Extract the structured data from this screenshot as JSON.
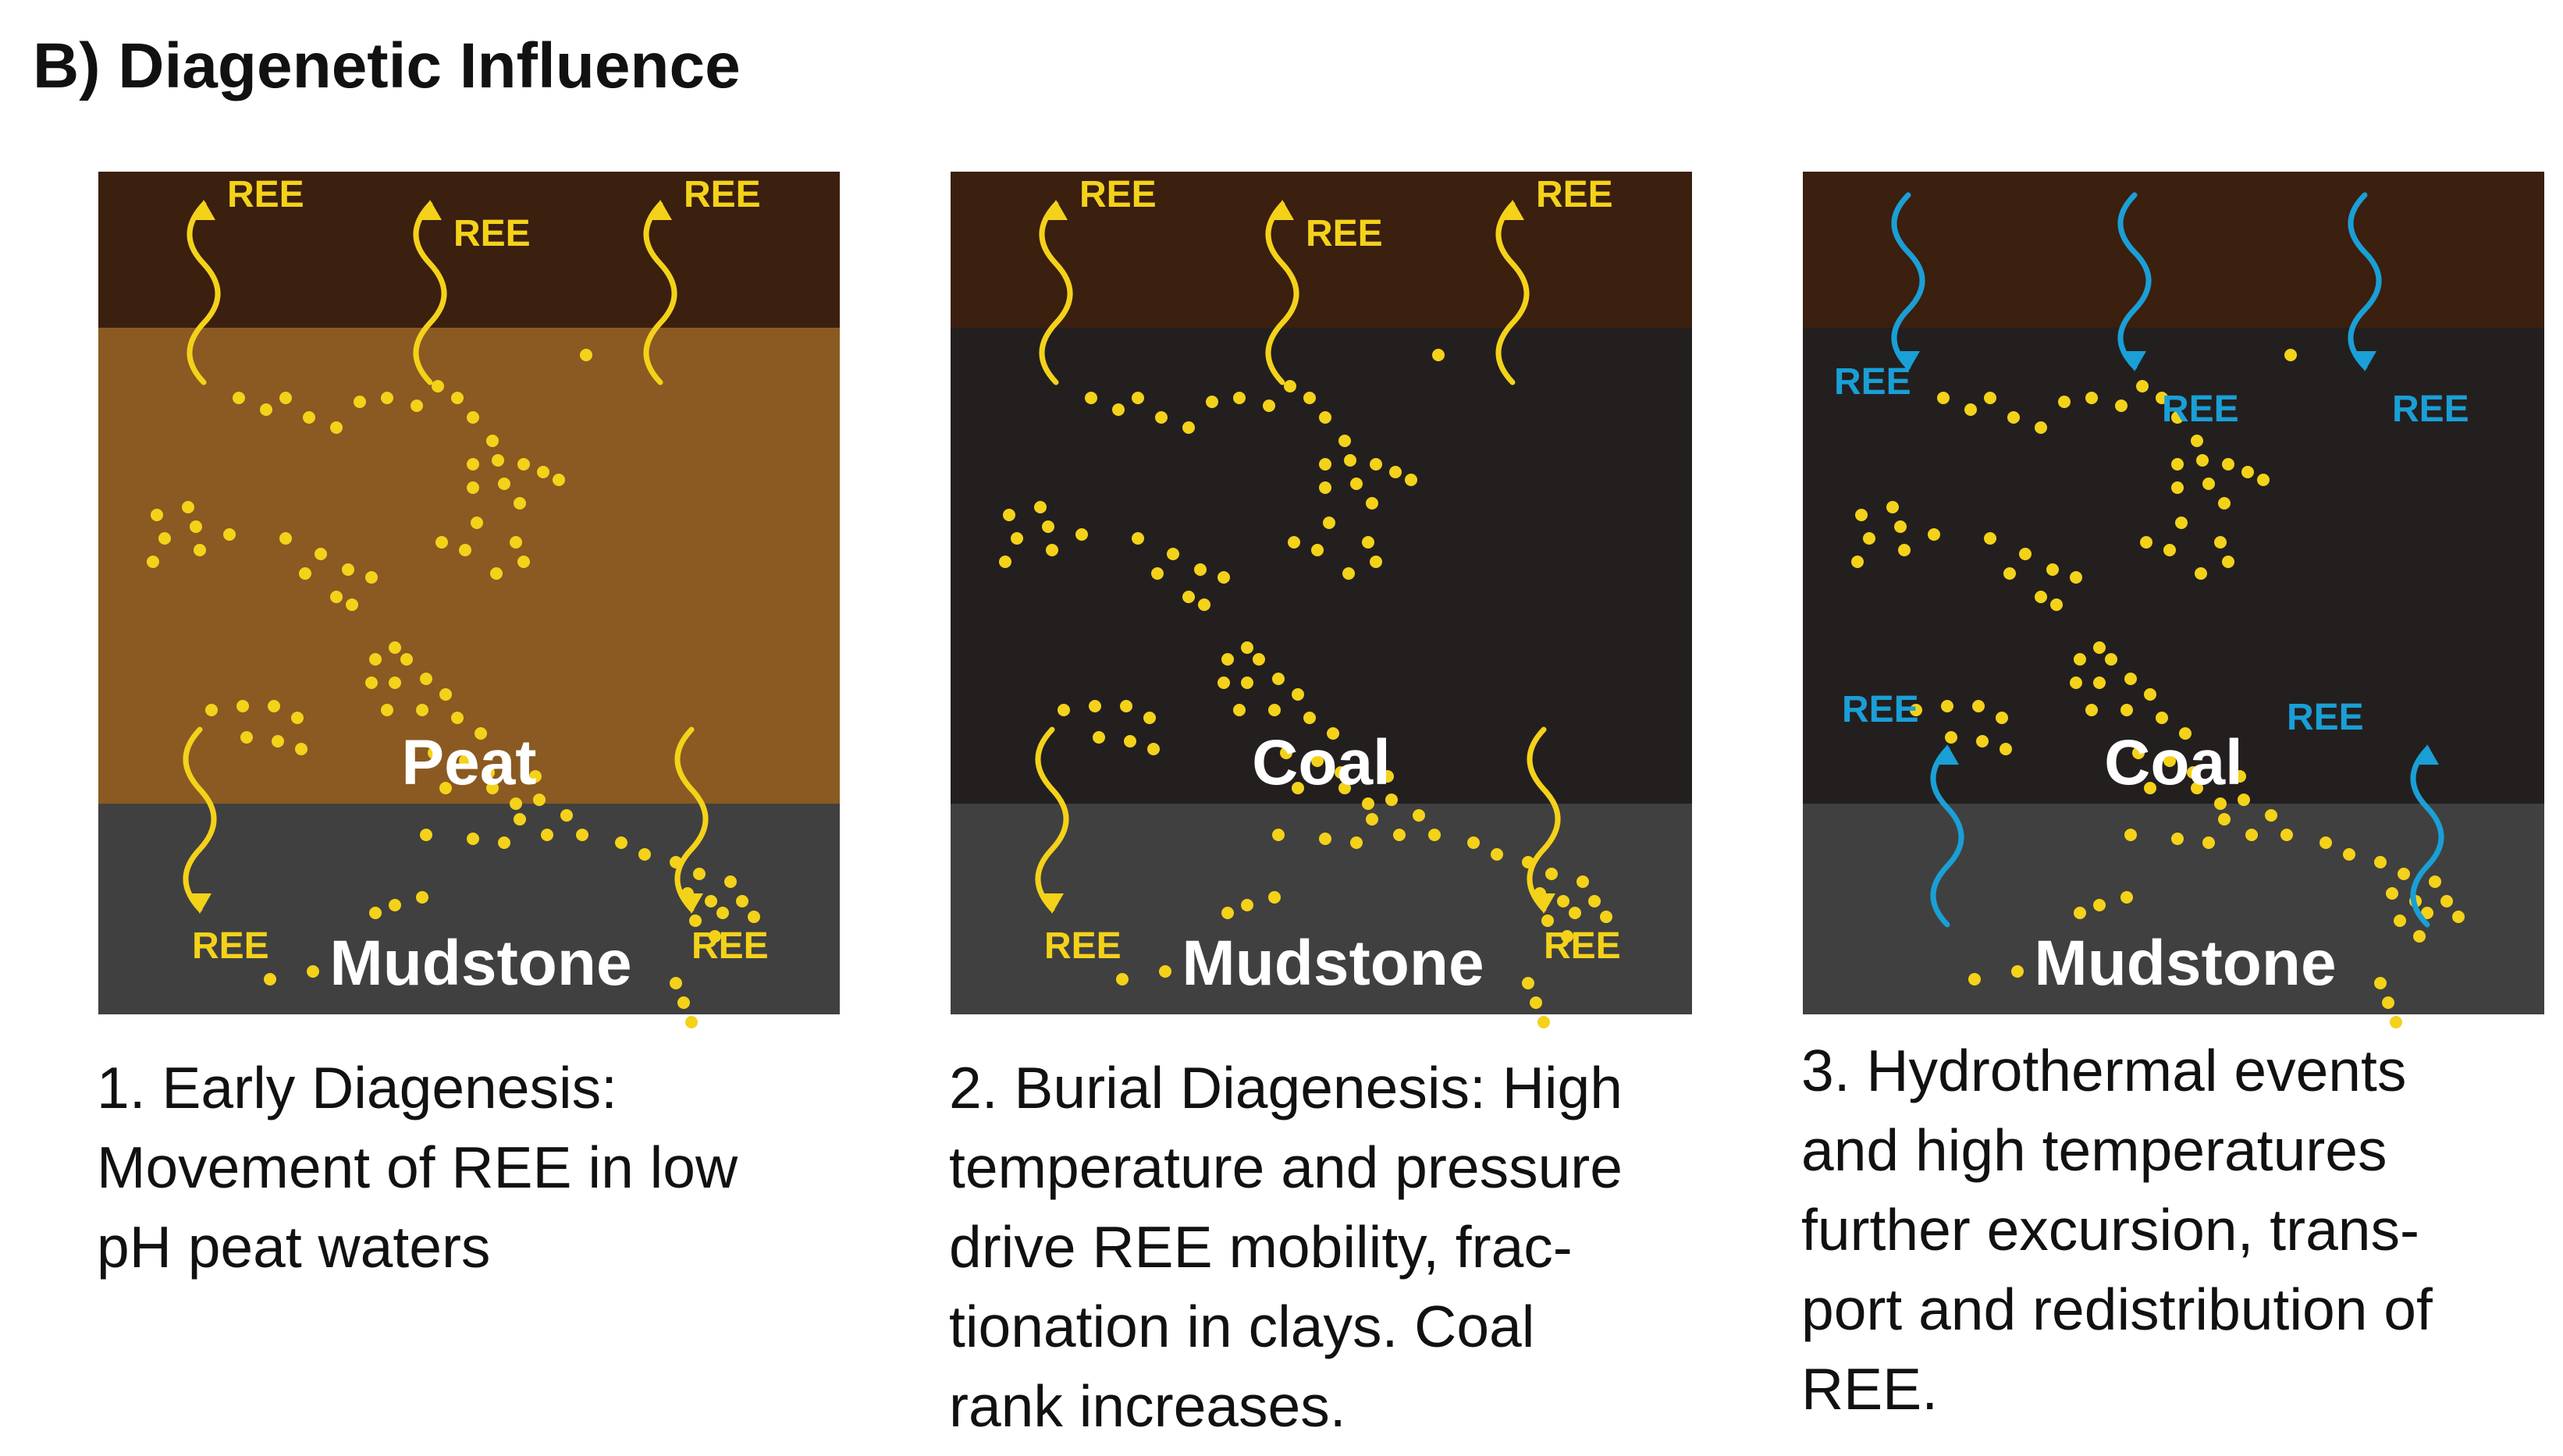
{
  "title": "B) Diagenetic Influence",
  "colors": {
    "top_layer": "#3b1f0f",
    "peat": "#8a5a22",
    "coal": "#231f1f",
    "mudstone": "#404040",
    "ree_yellow": "#f4d21a",
    "ree_blue": "#1a9fd6"
  },
  "panels": [
    {
      "middle_layer": "Peat",
      "bottom_layer": "Mudstone",
      "ree_label": "REE",
      "arrow_color": "yellow",
      "caption_lines": [
        "1. Early Diagenesis:",
        "Movement of REE in low",
        "pH peat waters"
      ]
    },
    {
      "middle_layer": "Coal",
      "bottom_layer": "Mudstone",
      "ree_label": "REE",
      "arrow_color": "yellow",
      "caption_lines": [
        "2. Burial Diagenesis: High",
        "temperature and pressure",
        "drive REE mobility, frac-",
        "tionation in clays. Coal",
        "rank increases."
      ]
    },
    {
      "middle_layer": "Coal",
      "bottom_layer": "Mudstone",
      "ree_label": "REE",
      "arrow_color": "blue",
      "caption_lines": [
        "3. Hydrothermal events",
        "and high temperatures",
        "further excursion, trans-",
        "port and redistribution of",
        "REE."
      ]
    }
  ]
}
